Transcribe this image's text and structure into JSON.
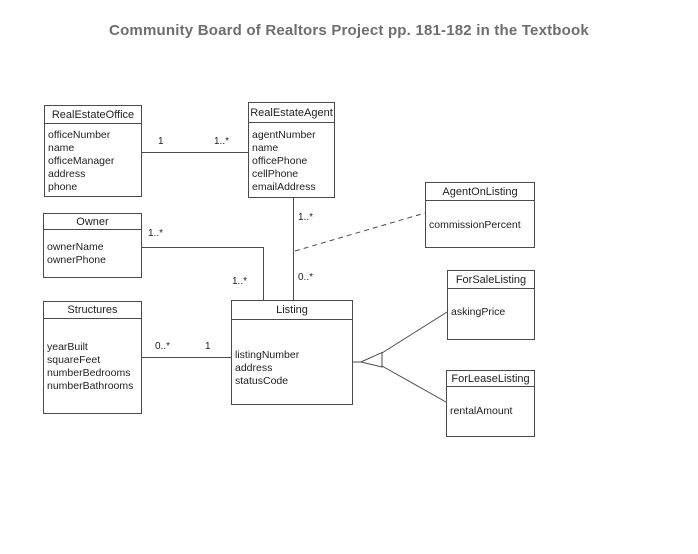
{
  "title": "Community Board of Realtors Project pp. 181-182 in the Textbook",
  "colors": {
    "title_text": "#6e6e6e",
    "diagram_text": "#1f1f1f",
    "line": "#4a4a4a",
    "background": "#ffffff"
  },
  "classes": [
    {
      "name": "RealEstateOffice",
      "attributes": [
        "officeNumber",
        "name",
        "officeManager",
        "address",
        "phone"
      ]
    },
    {
      "name": "RealEstateAgent",
      "attributes": [
        "agentNumber",
        "name",
        "officePhone",
        "cellPhone",
        "emailAddress"
      ]
    },
    {
      "name": "AgentOnListing",
      "attributes": [
        "commissionPercent"
      ]
    },
    {
      "name": "Owner",
      "attributes": [
        "ownerName",
        "ownerPhone"
      ]
    },
    {
      "name": "Structures",
      "attributes": [
        "yearBuilt",
        "squareFeet",
        "numberBedrooms",
        "numberBathrooms"
      ]
    },
    {
      "name": "Listing",
      "attributes": [
        "listingNumber",
        "address",
        "statusCode"
      ]
    },
    {
      "name": "ForSaleListing",
      "attributes": [
        "askingPrice"
      ]
    },
    {
      "name": "ForLeaseListing",
      "attributes": [
        "rentalAmount"
      ]
    }
  ],
  "multiplicities": {
    "office_agent_office_side": "1",
    "office_agent_agent_side": "1..*",
    "agent_listing_agent_side": "1..*",
    "agent_listing_listing_side": "0..*",
    "owner_listing_owner_side": "1..*",
    "owner_listing_listing_side": "1..*",
    "structures_listing_structures_side": "0..*",
    "structures_listing_listing_side": "1"
  },
  "relationships": [
    "RealEstateOffice 1 — 1..* RealEstateAgent",
    "RealEstateAgent 1..* — 0..* Listing (association class: AgentOnListing)",
    "Owner 1..* — 1..* Listing",
    "Structures 0..* — 1 Listing",
    "Listing is generalization of ForSaleListing and ForLeaseListing"
  ]
}
